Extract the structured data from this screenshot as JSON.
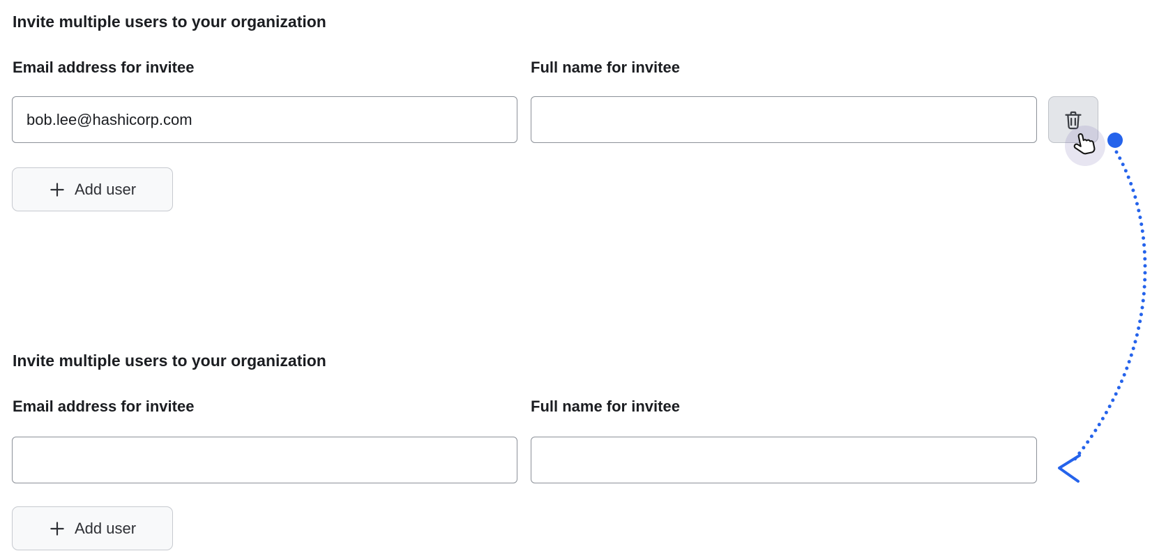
{
  "colors": {
    "accent": "#2563eb",
    "text": "#1b1d21",
    "input-border": "#8b9098",
    "button-border": "#c6c9cf",
    "button-bg": "#f8f9fa",
    "icon-button-bg": "#e3e5e9",
    "icon": "#3a3d43"
  },
  "forms": [
    {
      "heading": "Invite multiple users to your organization",
      "email_label": "Email address for invitee",
      "name_label": "Full name for invitee",
      "email_value": "bob.lee@hashicorp.com",
      "name_value": "",
      "add_user_label": "Add user"
    },
    {
      "heading": "Invite multiple users to your organization",
      "email_label": "Email address for invitee",
      "name_label": "Full name for invitee",
      "email_value": "",
      "name_value": "",
      "add_user_label": "Add user"
    }
  ]
}
